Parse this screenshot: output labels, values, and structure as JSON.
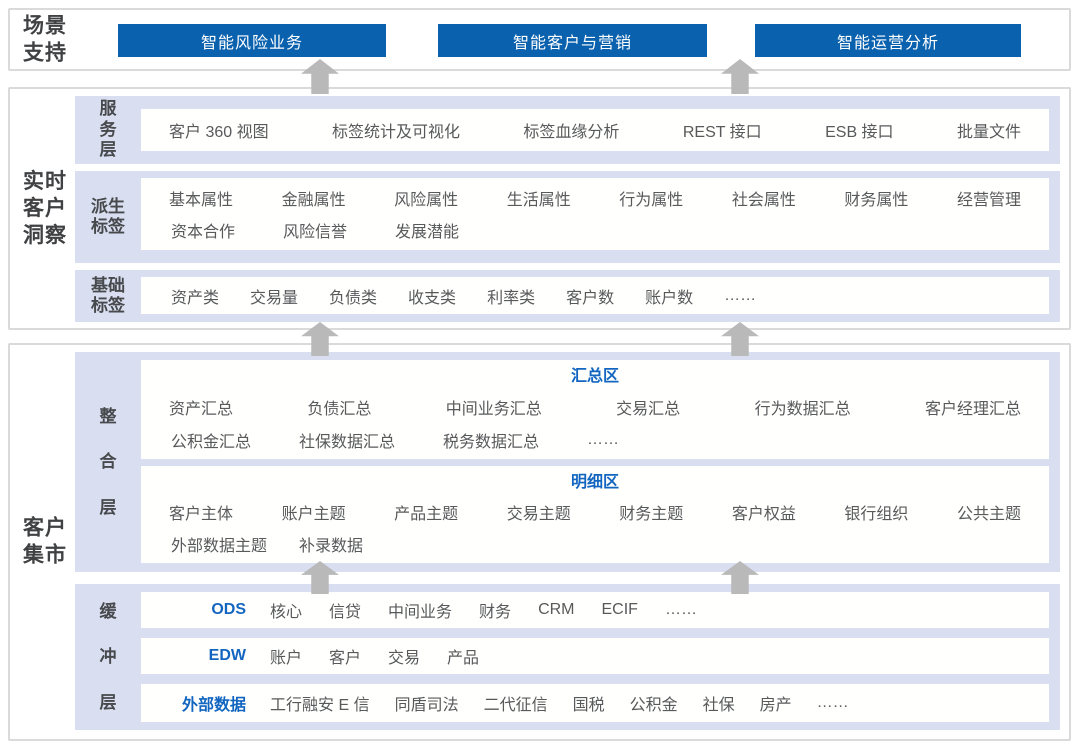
{
  "scene_support": {
    "label": "场景支持",
    "buttons": [
      "智能风险业务",
      "智能客户与营销",
      "智能运营分析"
    ]
  },
  "realtime_insight": {
    "label": "实时客户洞察",
    "service_layer": {
      "label": "服务层",
      "items": [
        "客户 360 视图",
        "标签统计及可视化",
        "标签血缘分析",
        "REST 接口",
        "ESB 接口",
        "批量文件"
      ]
    },
    "derived_tags": {
      "label": "派生标签",
      "line1": [
        "基本属性",
        "金融属性",
        "风险属性",
        "生活属性",
        "行为属性",
        "社会属性",
        "财务属性",
        "经营管理"
      ],
      "line2": [
        "资本合作",
        "风险信誉",
        "发展潜能"
      ]
    },
    "basic_tags": {
      "label": "基础标签",
      "items": [
        "资产类",
        "交易量",
        "负债类",
        "收支类",
        "利率类",
        "客户数",
        "账户数",
        "……"
      ]
    }
  },
  "customer_mart": {
    "label": "客户集市",
    "integration_layer": {
      "label": "整合层",
      "summary_zone": {
        "title": "汇总区",
        "line1": [
          "资产汇总",
          "负债汇总",
          "中间业务汇总",
          "交易汇总",
          "行为数据汇总",
          "客户经理汇总"
        ],
        "line2": [
          "公积金汇总",
          "社保数据汇总",
          "税务数据汇总",
          "……"
        ]
      },
      "detail_zone": {
        "title": "明细区",
        "line1": [
          "客户主体",
          "账户主题",
          "产品主题",
          "交易主题",
          "财务主题",
          "客户权益",
          "银行组织",
          "公共主题"
        ],
        "line2": [
          "外部数据主题",
          "补录数据"
        ]
      }
    },
    "buffer_layer": {
      "label": "缓冲层",
      "rows": [
        {
          "title": "ODS",
          "items": [
            "核心",
            "信贷",
            "中间业务",
            "财务",
            "CRM",
            "ECIF",
            "……"
          ]
        },
        {
          "title": "EDW",
          "items": [
            "账户",
            "客户",
            "交易",
            "产品"
          ]
        },
        {
          "title": "外部数据",
          "items": [
            "工行融安 E 信",
            "同盾司法",
            "二代征信",
            "国税",
            "公积金",
            "社保",
            "房产",
            "……"
          ]
        }
      ]
    }
  },
  "colors": {
    "brand_blue": "#0a61ae",
    "accent_blue": "#1366c0",
    "band_lavender": "#d9dff0",
    "arrow_gray": "#b9b9b9"
  }
}
